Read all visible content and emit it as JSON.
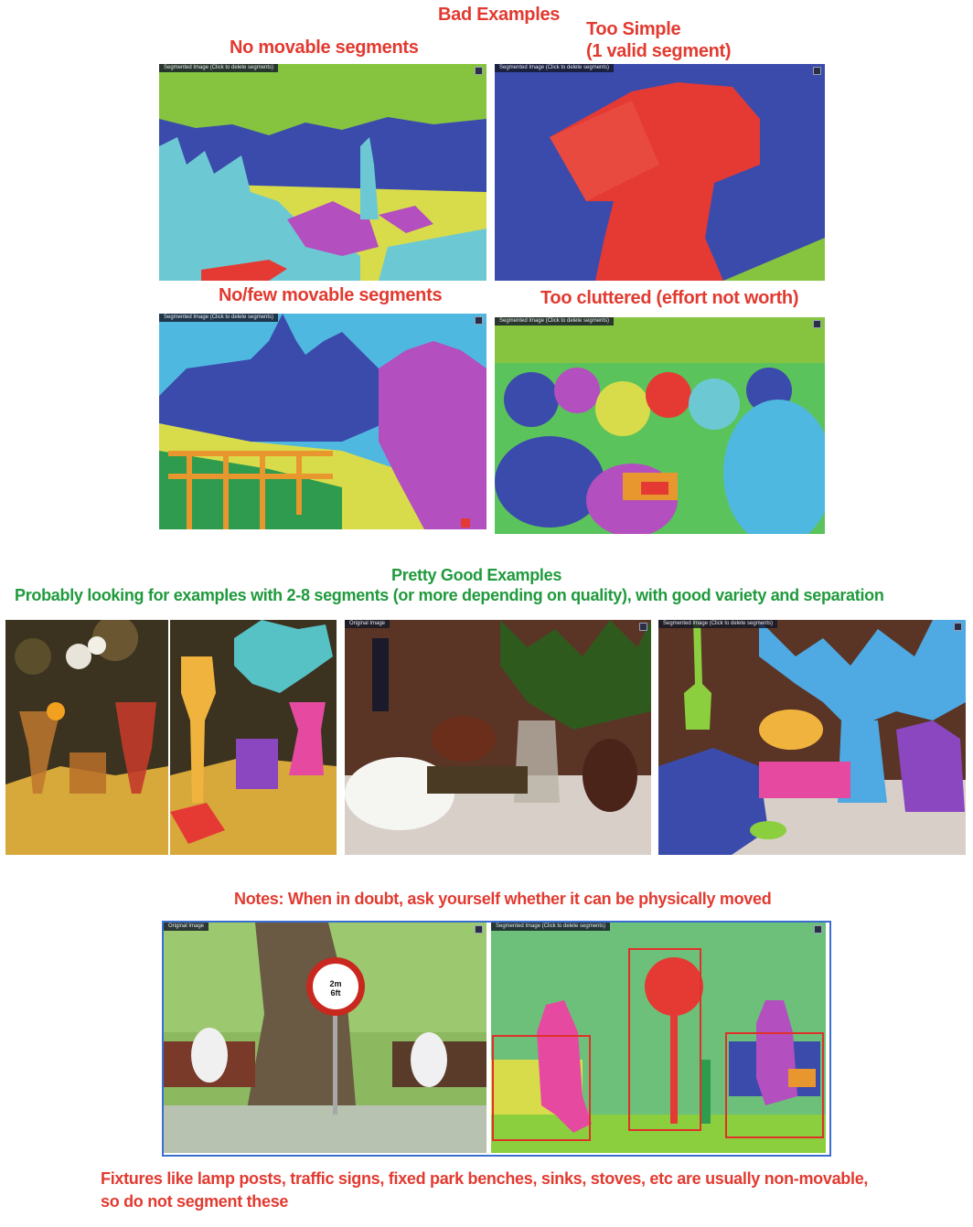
{
  "bad": {
    "title": "Bad Examples",
    "no_movable": "No movable segments",
    "too_simple_1": "Too Simple",
    "too_simple_2": "(1 valid segment)",
    "few_movable": "No/few movable segments",
    "cluttered": "Too cluttered (effort not worth)"
  },
  "good": {
    "title": "Pretty Good Examples",
    "subtitle": "Probably looking for examples with 2-8 segments (or more depending on quality), with good variety and separation"
  },
  "captions": {
    "segmented": "Segmented Image (Click to delete segments)",
    "original": "Original Image"
  },
  "notes": {
    "title": "Notes: When in doubt, ask yourself whether it can be physically moved",
    "fixtures_1": "Fixtures like lamp posts, traffic signs, fixed park benches, sinks, stoves, etc are usually non-movable,",
    "fixtures_2": "so do not segment these",
    "sign_line1": "2m",
    "sign_line2": "6ft"
  },
  "colors": {
    "heading_red": "#e23a30",
    "heading_green": "#1f9a3c",
    "highlight_box": "#e0302a",
    "frame_blue": "#3a6fd0"
  }
}
